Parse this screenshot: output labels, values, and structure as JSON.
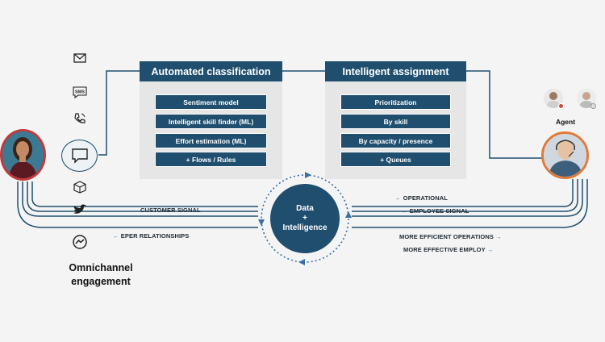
{
  "panels": {
    "classification": {
      "title": "Automated classification",
      "items": [
        "Sentiment model",
        "Intelligent skill finder (ML)",
        "Effort estimation (ML)",
        "+ Flows / Rules"
      ]
    },
    "assignment": {
      "title": "Intelligent assignment",
      "items": [
        "Prioritization",
        "By skill",
        "By capacity / presence",
        "+ Queues"
      ]
    }
  },
  "center": {
    "line1": "Data",
    "line2": "+",
    "line3": "Intelligence"
  },
  "left_labels": {
    "customer_signal": "CUSTOMER SIGNAL",
    "relationships": "EPER RELATIONSHIPS"
  },
  "right_labels": {
    "operational": "OPERATIONAL",
    "employee_signal": "EMPLOYEE SIGNAL",
    "efficient_ops": "MORE EFFICIENT OPERATIONS",
    "effective_employ": "MORE EFFECTIVE EMPLOY"
  },
  "channel_caption": {
    "line1": "Omnichannel",
    "line2": "engagement"
  },
  "agent_caption": "Agent",
  "sms_text": "SMS",
  "colors": {
    "navy": "#1f4e6e",
    "line": "#1f4e6e",
    "arrow": "#3b6ea5",
    "panel": "#e6e6e6"
  },
  "channel_icons": [
    "mail-icon",
    "sms-icon",
    "phone-icon",
    "chat-icon",
    "box-icon",
    "twitter-icon",
    "messenger-icon"
  ]
}
